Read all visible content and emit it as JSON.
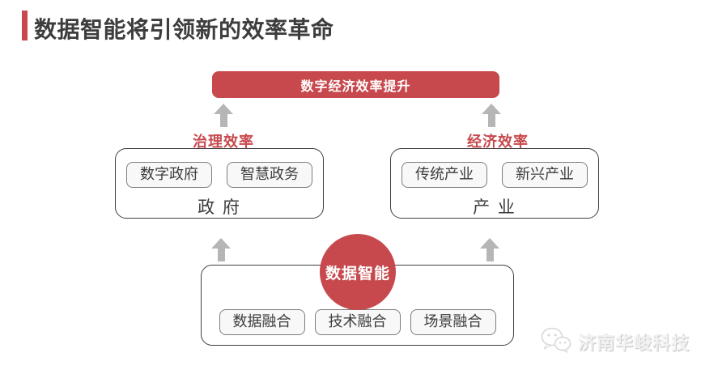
{
  "page": {
    "title": "数据智能将引领新的效率革命"
  },
  "diagram": {
    "top_box": {
      "label": "数字经济效率提升"
    },
    "left_branch": {
      "efficiency_label": "治理效率",
      "items": [
        "数字政府",
        "智慧政务"
      ],
      "container_label": "政 府"
    },
    "right_branch": {
      "efficiency_label": "经济效率",
      "items": [
        "传统产业",
        "新兴产业"
      ],
      "container_label": "产 业"
    },
    "center_circle": {
      "label": "数据智能"
    },
    "bottom_box": {
      "items": [
        "数据融合",
        "技术融合",
        "场景融合"
      ]
    },
    "colors": {
      "accent_red": "#c7494e",
      "arrow_gray": "#b6b6b6",
      "text_dark": "#3c3c3c"
    }
  },
  "watermark": {
    "text": "济南华峻科技",
    "icon": "wechat-icon"
  }
}
